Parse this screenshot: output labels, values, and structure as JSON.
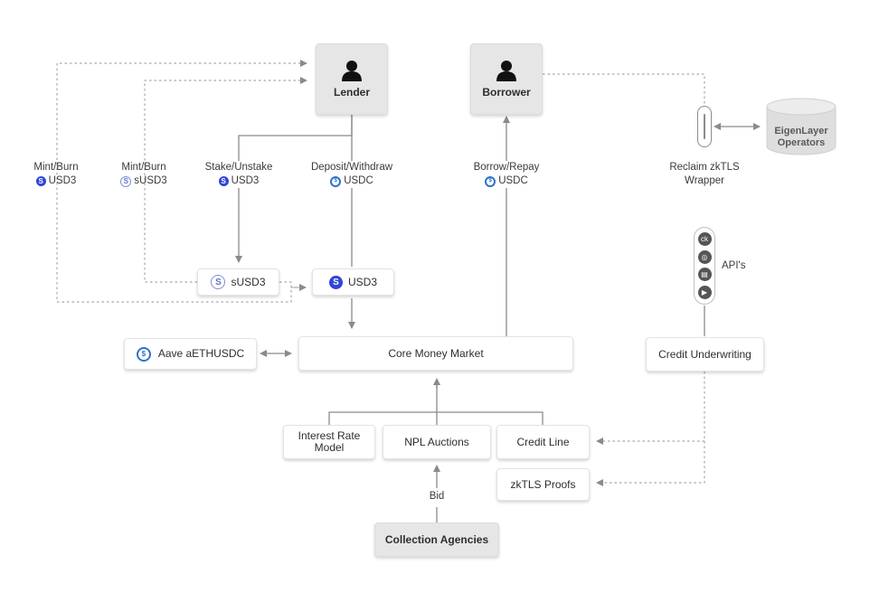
{
  "nodes": {
    "lender": "Lender",
    "borrower": "Borrower",
    "susd3": "sUSD3",
    "usd3": "USD3",
    "aave": "Aave aETHUSDC",
    "core": "Core Money Market",
    "credit_underwriting": "Credit Underwriting",
    "interest_rate_model": "Interest Rate Model",
    "npl_auctions": "NPL Auctions",
    "credit_line": "Credit Line",
    "zktls_proofs": "zkTLS Proofs",
    "collection_agencies": "Collection Agencies",
    "eigenlayer": "EigenLayer Operators"
  },
  "edge_labels": {
    "mint_burn_usd3": {
      "title": "Mint/Burn",
      "token": "USD3"
    },
    "mint_burn_susd3": {
      "title": "Mint/Burn",
      "token": "sUSD3"
    },
    "stake_unstake": {
      "title": "Stake/Unstake",
      "token": "USD3"
    },
    "deposit_withdraw": {
      "title": "Deposit/Withdraw",
      "token": "USDC"
    },
    "borrow_repay": {
      "title": "Borrow/Repay",
      "token": "USDC"
    },
    "reclaim": "Reclaim zkTLS Wrapper",
    "apis": "API's",
    "bid": "Bid"
  },
  "icons": {
    "person": "person-icon",
    "database": "database-cylinder-icon",
    "usd3_coin": "S",
    "usdc_coin": "$",
    "api_icons": [
      "ck",
      "◎",
      "▤",
      "▶"
    ]
  },
  "colors": {
    "arrow": "#8a8a8a",
    "dotted": "#a8a8a8",
    "usd3": "#2f46d8",
    "usdc": "#2f72c9",
    "actor_fill": "#e6e6e6"
  }
}
